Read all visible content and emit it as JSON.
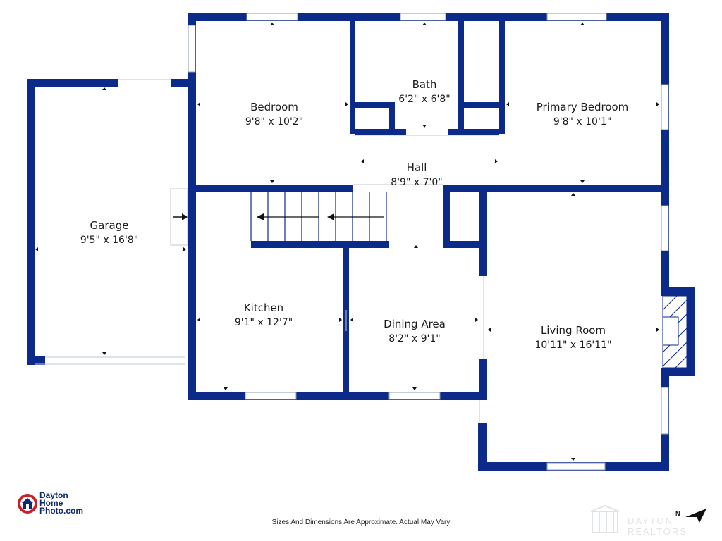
{
  "plan": {
    "rooms": [
      {
        "id": "garage",
        "name": "Garage",
        "dims": "9'5\" x 16'8\""
      },
      {
        "id": "bedroom",
        "name": "Bedroom",
        "dims": "9'8\" x 10'2\""
      },
      {
        "id": "bath",
        "name": "Bath",
        "dims": "6'2\" x 6'8\""
      },
      {
        "id": "primary-bedroom",
        "name": "Primary Bedroom",
        "dims": "9'8\" x 10'1\""
      },
      {
        "id": "hall",
        "name": "Hall",
        "dims": "8'9\" x 7'0\""
      },
      {
        "id": "kitchen",
        "name": "Kitchen",
        "dims": "9'1\" x 12'7\""
      },
      {
        "id": "dining-area",
        "name": "Dining Area",
        "dims": "8'2\" x 9'1\""
      },
      {
        "id": "living-room",
        "name": "Living Room",
        "dims": "10'11\" x 16'11\""
      }
    ],
    "wall_color": "#0b2a8a",
    "window_color": "#8a9aa8",
    "disclaimer": "Sizes And Dimensions Are Approximate. Actual May Vary"
  },
  "logo": {
    "line1": "Dayton",
    "line2": "Home",
    "line3": "Photo.com",
    "badge_color": "#c8202a",
    "text_color": "#0d2a6e"
  },
  "watermark": {
    "text": "DAYTON REALTORS"
  },
  "compass": {
    "label": "N"
  }
}
